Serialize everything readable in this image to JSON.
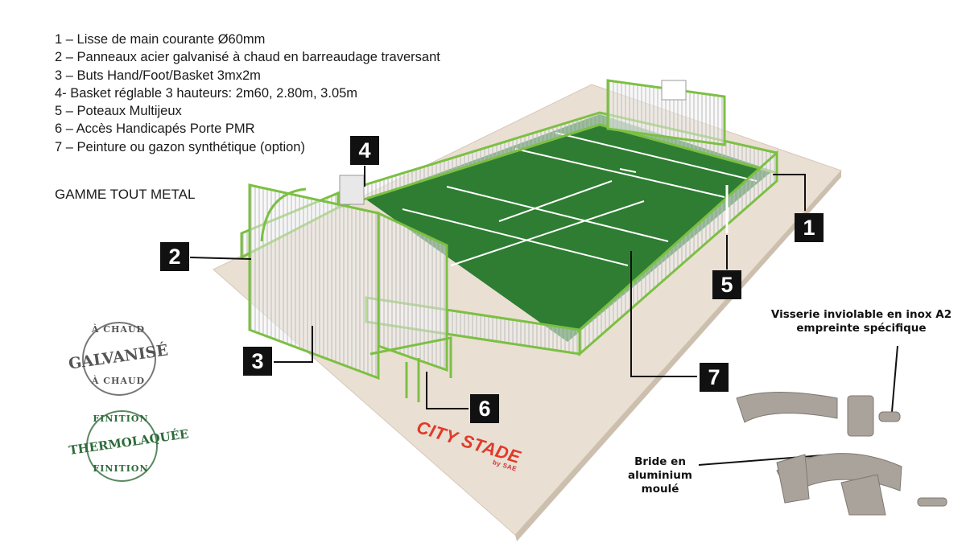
{
  "legend": {
    "items": [
      "1 – Lisse de main courante Ø60mm",
      "2 – Panneaux acier galvanisé à chaud en barreaudage traversant",
      "3 – Buts Hand/Foot/Basket 3mx2m",
      "4- Basket réglable 3 hauteurs: 2m60, 2.80m, 3.05m",
      "5 – Poteaux Multijeux",
      "6 – Accès Handicapés Porte PMR",
      "7 – Peinture ou gazon synthétique (option)"
    ],
    "range_title": "GAMME TOUT METAL"
  },
  "markers": [
    "1",
    "2",
    "3",
    "4",
    "5",
    "6",
    "7"
  ],
  "stamps": {
    "galvanise": {
      "top": "À CHAUD",
      "main": "GALVANISÉ",
      "bottom": "À CHAUD",
      "color": "#555555"
    },
    "thermolaquee": {
      "top": "FINITION",
      "main": "THERMOLAQUÉE",
      "bottom": "FINITION",
      "color": "#2e6b3a"
    }
  },
  "brand": {
    "name": "CITY STADE",
    "sub": "by SAE"
  },
  "parts": {
    "screws": [
      "Visserie inviolable en inox A2",
      "empreinte spécifique"
    ],
    "clamp": [
      "Bride en",
      "aluminium moulé"
    ]
  },
  "colors": {
    "court": "#2e7d32",
    "frame": "#7cc043",
    "slab": "#eadfd3",
    "marker": "#111111"
  }
}
